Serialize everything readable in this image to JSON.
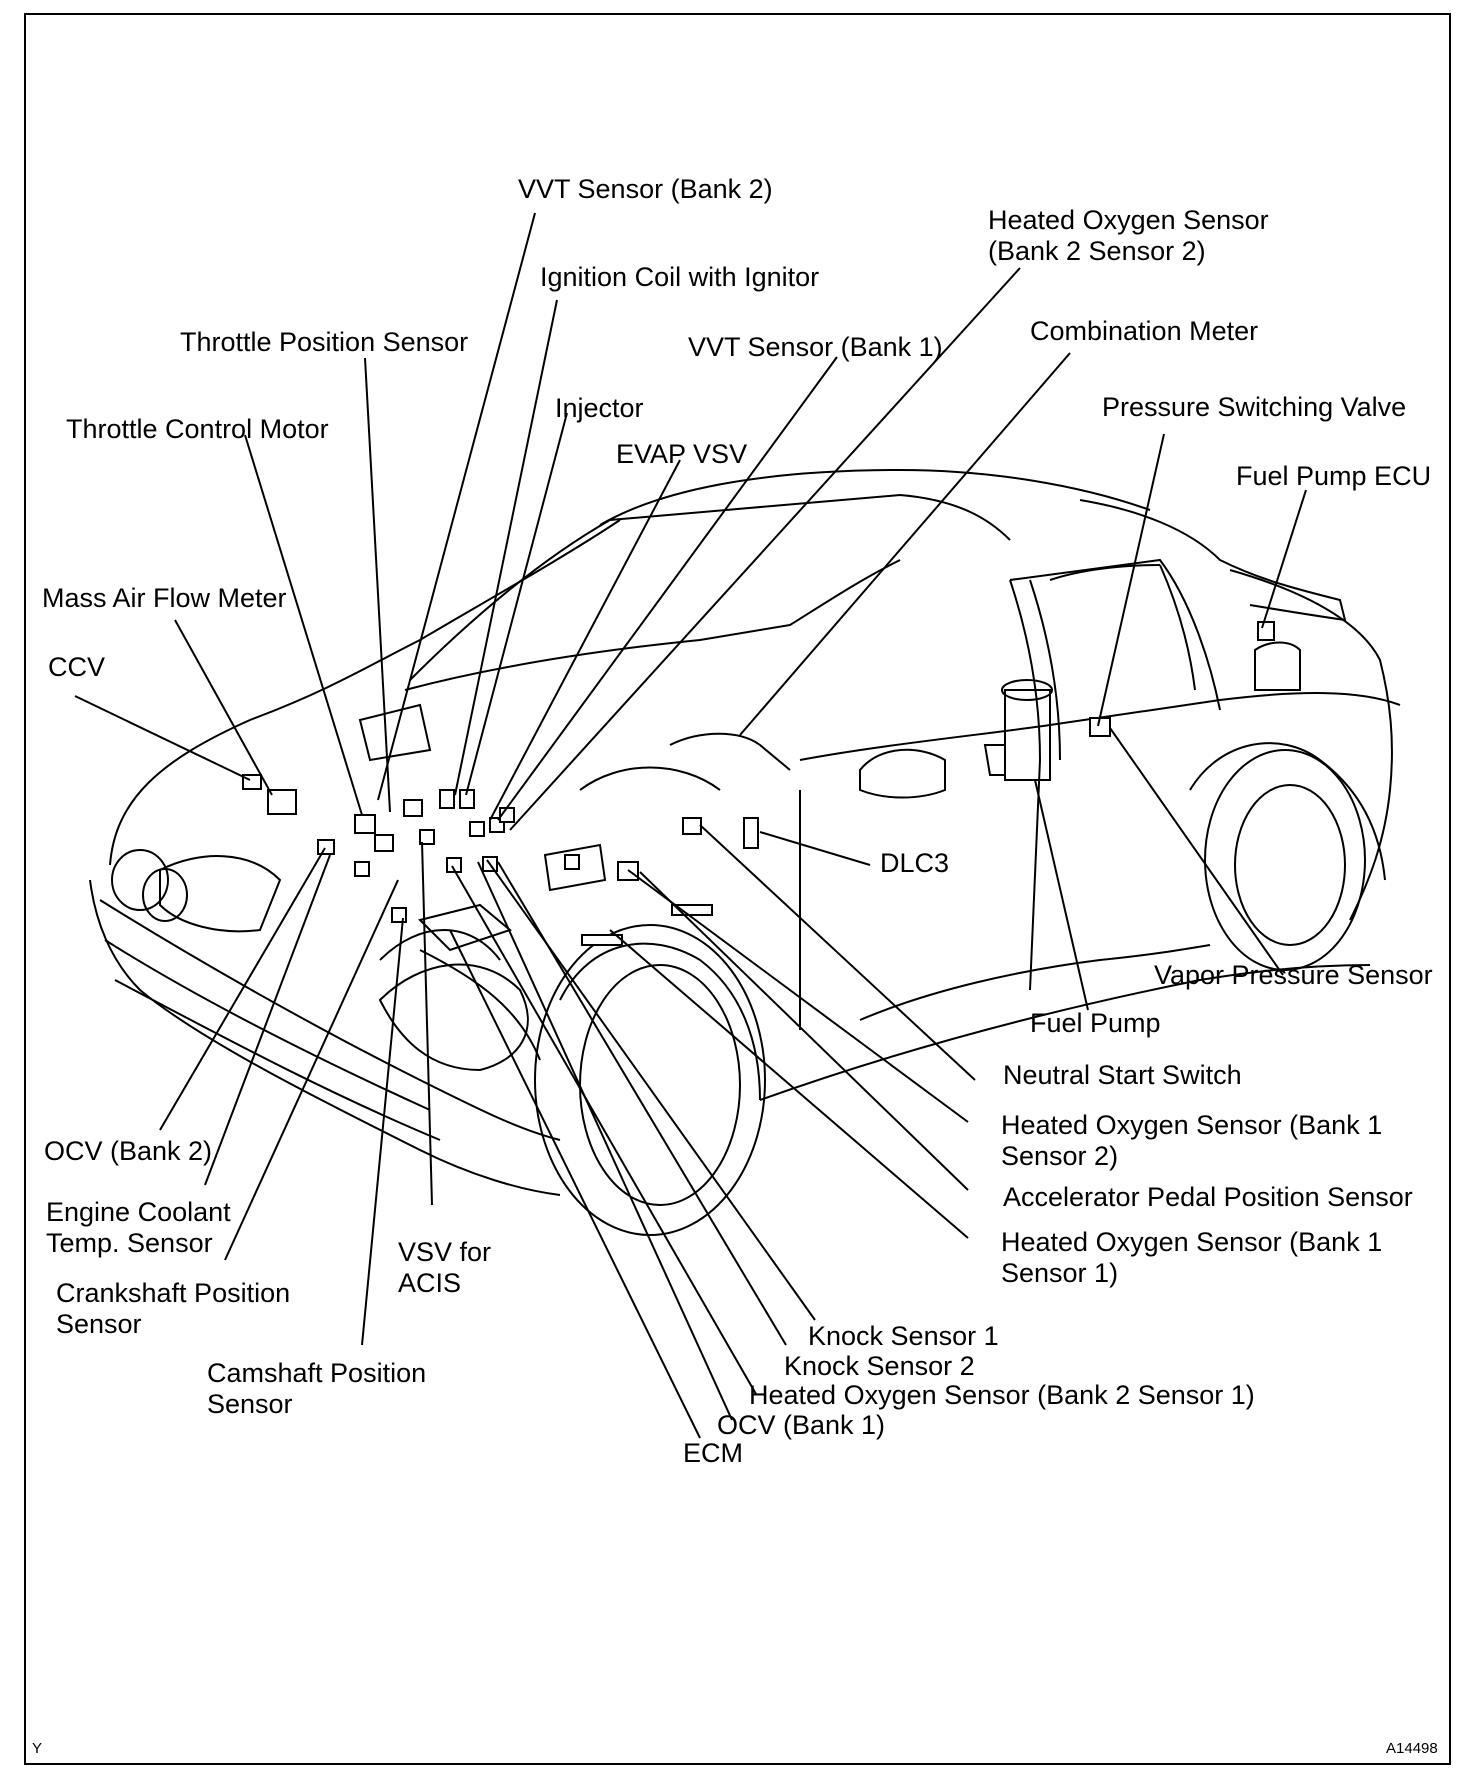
{
  "labels": {
    "vvt_bank2": "VVT Sensor (Bank 2)",
    "hos_b2s2": "Heated Oxygen Sensor\n(Bank 2 Sensor 2)",
    "ignition_coil": "Ignition Coil with Ignitor",
    "throttle_position": "Throttle Position Sensor",
    "vvt_bank1": "VVT Sensor (Bank 1)",
    "combination_meter": "Combination Meter",
    "injector": "Injector",
    "throttle_motor": "Throttle Control Motor",
    "pressure_valve": "Pressure Switching Valve",
    "evap_vsv": "EVAP VSV",
    "fuel_pump_ecu": "Fuel Pump ECU",
    "mass_air_flow": "Mass Air Flow Meter",
    "ccv": "CCV",
    "dlc3": "DLC3",
    "vapor_pressure": "Vapor Pressure Sensor",
    "fuel_pump": "Fuel Pump",
    "neutral_start": "Neutral Start Switch",
    "hos_b1s2": "Heated Oxygen Sensor (Bank 1\nSensor 2)",
    "accel_pedal": "Accelerator Pedal Position Sensor",
    "hos_b1s1": "Heated Oxygen Sensor (Bank 1\nSensor 1)",
    "ocv_bank2": "OCV (Bank 2)",
    "coolant_temp": "Engine Coolant\nTemp. Sensor",
    "crankshaft": "Crankshaft Position\nSensor",
    "camshaft": "Camshaft Position\nSensor",
    "vsv_acis": "VSV for\nACIS",
    "knock1": "Knock Sensor 1",
    "knock2": "Knock Sensor 2",
    "hos_b2s1": "Heated Oxygen Sensor (Bank 2 Sensor 1)",
    "ocv_bank1": "OCV (Bank 1)",
    "ecm": "ECM"
  },
  "corner": {
    "left": "Y",
    "right": "A14498"
  }
}
